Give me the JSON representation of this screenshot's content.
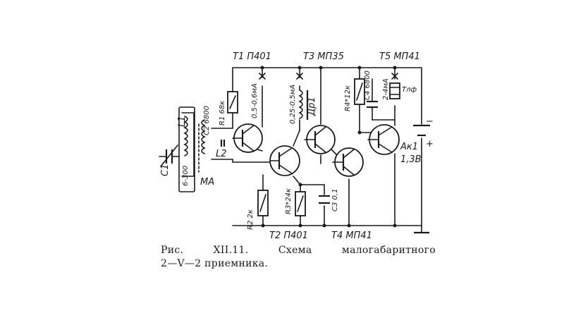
{
  "diagram": {
    "transistors": {
      "t1": "Т1 П401",
      "t2": "Т2 П401",
      "t3": "Т3 МП35",
      "t4": "Т4 МП41",
      "t5": "Т5 МП41"
    },
    "components": {
      "c1_name": "C1",
      "c1_value": "6-300",
      "l1": "L1",
      "l2": "L2",
      "c2": "C2 6800",
      "r1": "R1 68к",
      "ma": "МА",
      "i1": "0,5-0,6мА",
      "i2": "0,25-0,5мА",
      "dr1": "Др1",
      "r4": "R4*12к",
      "c4": "C4 6800",
      "i3": "2-4мА",
      "tlf": "Тлф",
      "r2": "R2 2к",
      "r3": "R3*24к",
      "c3": "C3 0,1",
      "battery_name": "Ак1",
      "battery_value": "1,3В",
      "minus": "−",
      "plus": "+"
    }
  },
  "caption": {
    "line1_parts": [
      "Рис.",
      "XII.11.",
      "Схема",
      "малогабаритного"
    ],
    "line2": "2—V—2 приемника."
  }
}
